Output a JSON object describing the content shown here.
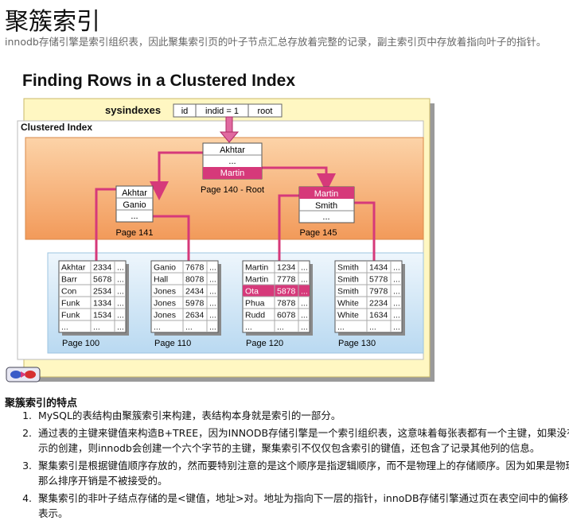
{
  "title": "聚簇索引",
  "intro": "innodb存储引擎是索引组织表，因此聚集索引页的叶子节点汇总存放着完整的记录，副主索引页中存放着指向叶子的指针。",
  "diagram": {
    "heading": "Finding Rows in a Clustered Index",
    "sysindexes": {
      "label": "sysindexes",
      "cols": [
        "id",
        "indid = 1",
        "root"
      ]
    },
    "clustered_label": "Clustered Index",
    "root_page": {
      "rows": [
        "Akhtar",
        "...",
        "Martin"
      ],
      "caption": "Page 140 - Root"
    },
    "page141": {
      "rows": [
        "Akhtar",
        "Ganio",
        "..."
      ],
      "caption": "Page 141"
    },
    "page145": {
      "rows": [
        "Martin",
        "Smith",
        "..."
      ],
      "caption": "Page 145"
    },
    "leaves": [
      {
        "caption": "Page 100",
        "rows": [
          [
            "Akhtar",
            "2334",
            "..."
          ],
          [
            "Barr",
            "5678",
            "..."
          ],
          [
            "Con",
            "2534",
            "..."
          ],
          [
            "Funk",
            "1334",
            "..."
          ],
          [
            "Funk",
            "1534",
            "..."
          ],
          [
            "...",
            "...",
            "..."
          ]
        ]
      },
      {
        "caption": "Page 110",
        "rows": [
          [
            "Ganio",
            "7678",
            "..."
          ],
          [
            "Hall",
            "8078",
            "..."
          ],
          [
            "Jones",
            "2434",
            "..."
          ],
          [
            "Jones",
            "5978",
            "..."
          ],
          [
            "Jones",
            "2634",
            "..."
          ],
          [
            "...",
            "...",
            "..."
          ]
        ]
      },
      {
        "caption": "Page 120",
        "rows": [
          [
            "Martin",
            "1234",
            "..."
          ],
          [
            "Martin",
            "7778",
            "..."
          ],
          [
            "Ota",
            "5878",
            "..."
          ],
          [
            "Phua",
            "7878",
            "..."
          ],
          [
            "Rudd",
            "6078",
            "..."
          ],
          [
            "...",
            "...",
            "..."
          ]
        ]
      },
      {
        "caption": "Page 130",
        "rows": [
          [
            "Smith",
            "1434",
            "..."
          ],
          [
            "Smith",
            "5778",
            "..."
          ],
          [
            "Smith",
            "7978",
            "..."
          ],
          [
            "White",
            "2234",
            "..."
          ],
          [
            "White",
            "1634",
            "..."
          ],
          [
            "...",
            "...",
            "..."
          ]
        ]
      }
    ]
  },
  "features_title": "聚簇索引的特点",
  "features": [
    "MySQL的表结构由聚簇索引来构建，表结构本身就是索引的一部分。",
    "通过表的主键来键值来构造B+TREE，因为INNODB存储引擎是一个索引组织表，这意味着每张表都有一个主键，如果没有显示的创建，则innodb会创建一个六个字节的主键，聚集索引不仅仅包含索引的键值，还包含了记录其他列的信息。",
    "聚集索引是根据键值顺序存放的，然而要特别注意的是这个顺序是指逻辑顺序，而不是物理上的存储顺序。因为如果是物理顺序那么排序开销是不被接受的。",
    "聚集索引的非叶子结点存储的是<键值，地址>对。地址为指向下一层的指针，innoDB存储引擎通过页在表空间中的偏移量来表示。"
  ],
  "colors": {
    "pink": "#d6397a",
    "orange": "#f7b47e",
    "yellow": "#fff7c2",
    "blue": "#d3e8f7"
  }
}
